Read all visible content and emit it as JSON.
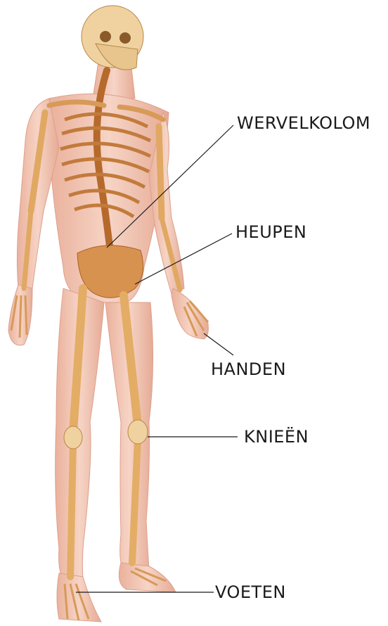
{
  "labels": {
    "spine": "WERVELKOLOM",
    "hips": "HEUPEN",
    "hands": "HANDEN",
    "knees": "KNIEËN",
    "feet": "VOETEN"
  },
  "colors": {
    "background": "#ffffff",
    "skin": "#f2c3ae",
    "muscle": "#e39f86",
    "bone": "#e8b46a",
    "bone_dark": "#b56a2c",
    "leader_line": "#1a1a1a",
    "label_text": "#1a1a1a"
  }
}
